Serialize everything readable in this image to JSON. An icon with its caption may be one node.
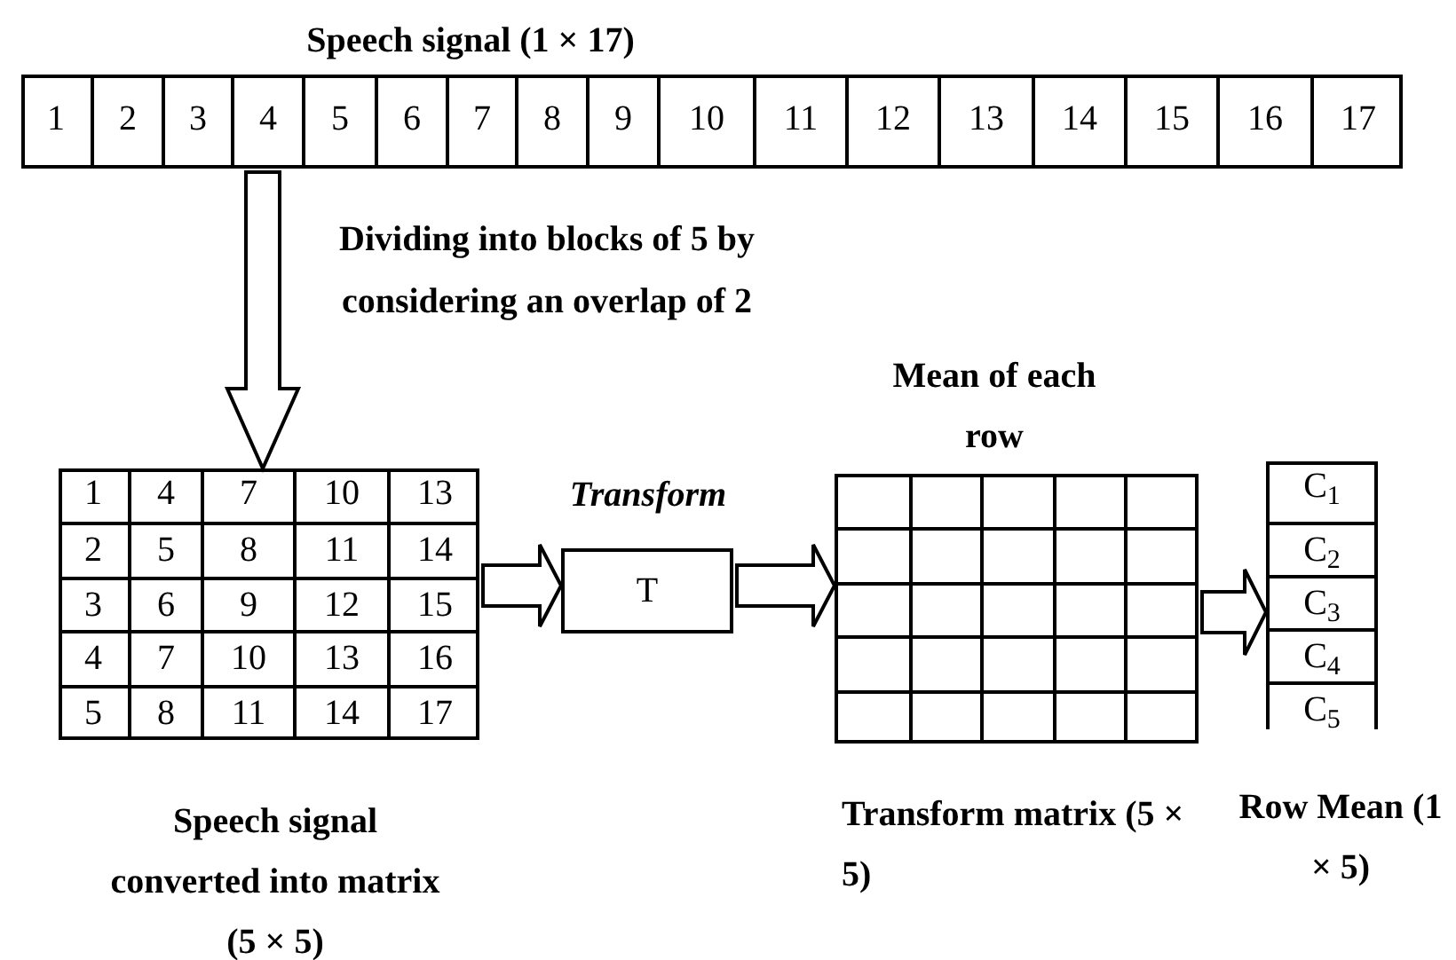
{
  "diagram": {
    "nodes": [
      {
        "text": [
          "Speech signal (1 × 17)"
        ]
      },
      {
        "text": [
          "Speech signal converted into matrix (5 × 5)"
        ]
      },
      {
        "text": [
          "T"
        ],
        "beside": [
          "Transform"
        ]
      },
      {
        "text": [
          "Transform matrix (5 × 5)"
        ],
        "beside": [
          "Mean of each row"
        ]
      },
      {
        "text": [
          "Row Mean (1 × 5)"
        ]
      }
    ],
    "edges": [
      {
        "from": 0,
        "to": 1,
        "arrow": "to",
        "label": "Dividing into blocks of 5 by considering an overlap of 2"
      },
      {
        "from": 1,
        "to": 2,
        "arrow": "to"
      },
      {
        "from": 2,
        "to": 3,
        "arrow": "to"
      },
      {
        "from": 3,
        "to": 4,
        "arrow": "to"
      }
    ],
    "labels": [
      "1",
      "2",
      "3",
      "4",
      "5",
      "6",
      "7",
      "8",
      "9",
      "10",
      "11",
      "12",
      "13",
      "14",
      "15",
      "16",
      "17",
      "1",
      "4",
      "7",
      "10",
      "13",
      "2",
      "5",
      "8",
      "11",
      "14",
      "3",
      "6",
      "9",
      "12",
      "15",
      "4",
      "7",
      "10",
      "13",
      "16",
      "5",
      "8",
      "11",
      "14",
      "17",
      "C$_{1}$",
      "C$_{2}$",
      "C$_{3}$",
      "C$_{4}$",
      "C$_{5}$"
    ]
  }
}
